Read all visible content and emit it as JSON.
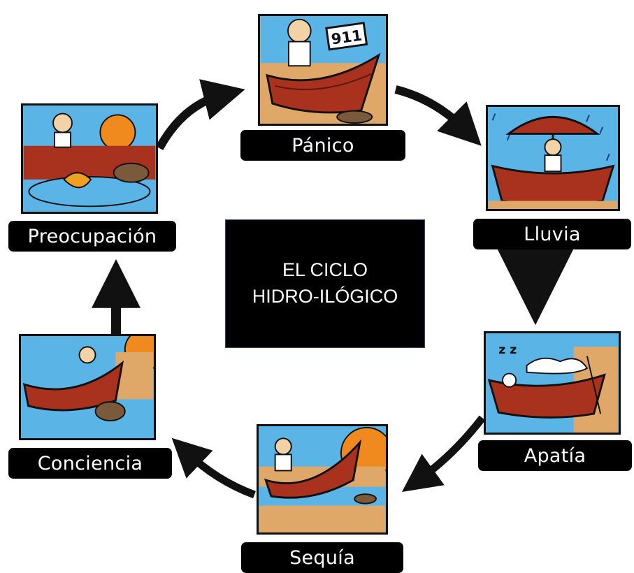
{
  "title": {
    "line1": "EL CICLO",
    "line2": "HIDRO-ILÓGICO"
  },
  "stages": [
    {
      "key": "panico",
      "label": "Pánico",
      "sign_text": "911"
    },
    {
      "key": "lluvia",
      "label": "Lluvia"
    },
    {
      "key": "apatia",
      "label": "Apatía"
    },
    {
      "key": "sequia",
      "label": "Sequía"
    },
    {
      "key": "conciencia",
      "label": "Conciencia"
    },
    {
      "key": "preocupacion",
      "label": "Preocupación"
    }
  ],
  "colors": {
    "sky": "#5ab4e6",
    "boat": "#a8321e",
    "sand": "#e0a868",
    "sun": "#f08a1e",
    "arrow": "#111111",
    "label_bg": "#000000",
    "label_text": "#ffffff"
  }
}
